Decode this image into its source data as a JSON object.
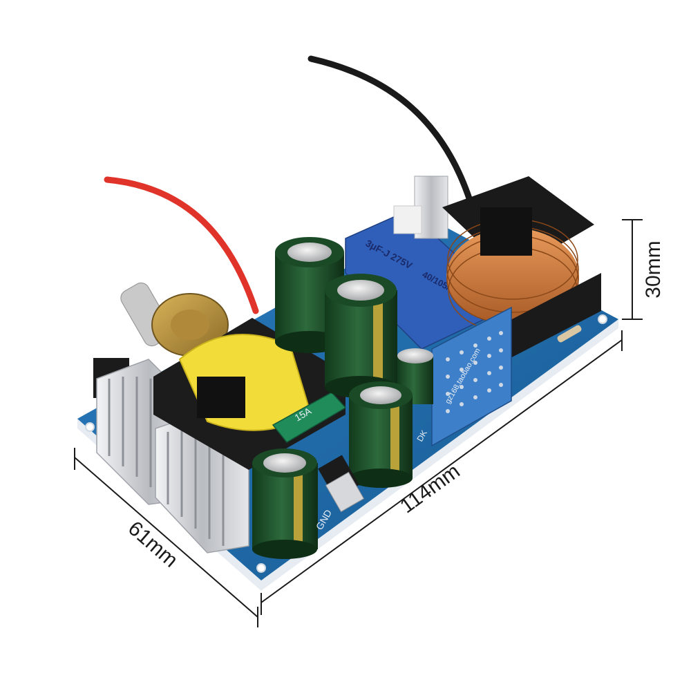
{
  "dimensions": {
    "length": "114mm",
    "width": "61mm",
    "height": "30mm"
  },
  "markings": {
    "film_capacitor_line1": "3μF-J 275V",
    "film_capacitor_line2": "40/105/21",
    "fuse": "15A",
    "terminal_left": "GND",
    "terminal_right": "DK",
    "pcb_url": "gz168.taobao.com"
  },
  "colors": {
    "pcb": "#1f6aa6",
    "heatsink": "#c9ccd0",
    "electrolytic_caps": "#1f4a2a",
    "film_capacitor": "#2f5fb8",
    "transformer_tape": "#f2dc3a",
    "copper_coil": "#c8743a",
    "red_wire": "#e0332a",
    "black_wire": "#1a1a1a"
  }
}
